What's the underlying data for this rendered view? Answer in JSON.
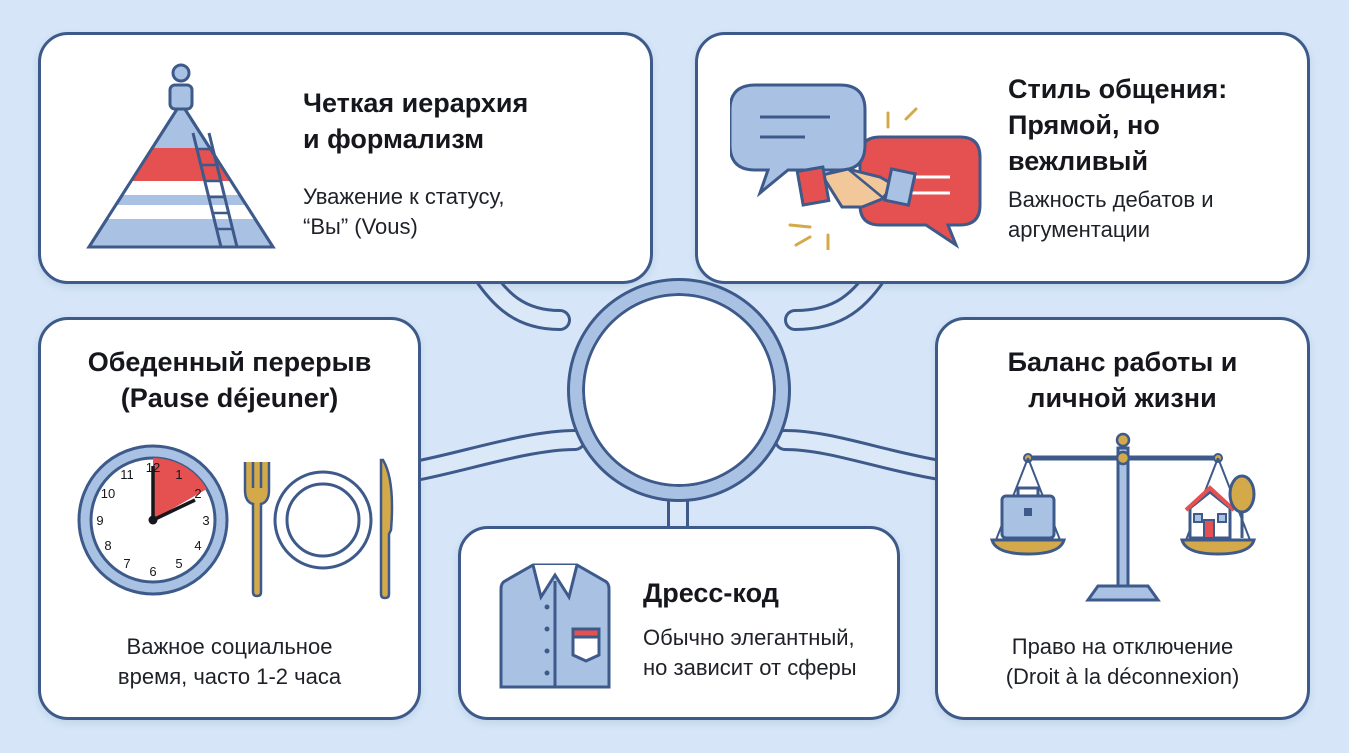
{
  "cards": {
    "hierarchy": {
      "title_line1": "Четкая иерархия",
      "title_line2": "и формализм",
      "desc_line1": "Уважение к статусу,",
      "desc_line2": "“Вы” (Vous)",
      "icon": "pyramid-ladder-icon"
    },
    "communication": {
      "title_line1": "Стиль общения:",
      "title_line2": "Прямой, но",
      "title_line3": "вежливый",
      "desc_line1": "Важность дебатов и",
      "desc_line2": "аргументации",
      "icon": "handshake-speech-icon"
    },
    "lunch": {
      "title_line1": "Обеденный перерыв",
      "title_line2": "(Pause déjeuner)",
      "desc_line1": "Важное социальное",
      "desc_line2": "время, часто 1-2 часа",
      "icon": "clock-plate-icon",
      "clock_numbers": [
        "12",
        "1",
        "2",
        "3",
        "4",
        "5",
        "6",
        "7",
        "8",
        "9",
        "10",
        "11"
      ]
    },
    "dress": {
      "title": "Дресс-код",
      "desc_line1": "Обычно элегантный,",
      "desc_line2": "но зависит от сферы",
      "icon": "shirt-icon"
    },
    "balance": {
      "title_line1": "Баланс работы и",
      "title_line2": "личной жизни",
      "desc_line1": "Право на отключение",
      "desc_line2": "(Droit à la déconnexion)",
      "icon": "balance-scale-icon"
    }
  },
  "colors": {
    "navy": "#3d5a8a",
    "light_blue": "#a9c2e4",
    "red": "#e55050",
    "gold": "#d4a94a",
    "background": "#d6e6f8"
  }
}
